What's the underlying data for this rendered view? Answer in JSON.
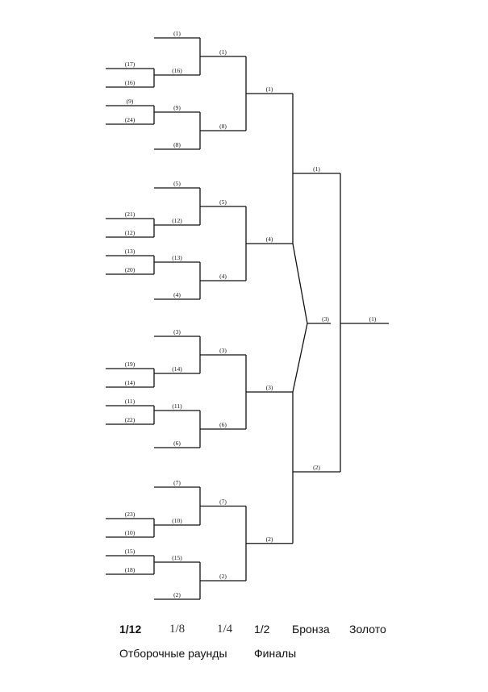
{
  "rounds": {
    "r12": "1/12",
    "r8": "1/8",
    "r4": "1/4",
    "r2": "1/2",
    "bronze": "Бронза",
    "gold": "Золото"
  },
  "sections": {
    "qualifying": "Отборочные раунды",
    "finals": "Финалы"
  },
  "bracket": {
    "qualifying_pairs": [
      [
        "(17)",
        "(16)"
      ],
      [
        "(9)",
        "(24)"
      ],
      [
        "(21)",
        "(12)"
      ],
      [
        "(13)",
        "(20)"
      ],
      [
        "(19)",
        "(14)"
      ],
      [
        "(11)",
        "(22)"
      ],
      [
        "(23)",
        "(10)"
      ],
      [
        "(15)",
        "(18)"
      ]
    ],
    "round_of_16": [
      "(1)",
      "(16)",
      "(9)",
      "(8)",
      "(5)",
      "(12)",
      "(13)",
      "(4)",
      "(3)",
      "(14)",
      "(11)",
      "(6)",
      "(7)",
      "(10)",
      "(15)",
      "(2)"
    ],
    "quarterfinals": [
      "(1)",
      "(8)",
      "(5)",
      "(4)",
      "(3)",
      "(6)",
      "(7)",
      "(2)"
    ],
    "semifinals": [
      "(1)",
      "(4)",
      "(3)",
      "(2)"
    ],
    "bronze_match": [
      "(4)",
      "(3)"
    ],
    "bronze_winner": "(3)",
    "final_match": [
      "(1)",
      "(2)"
    ],
    "champion": "(1)"
  }
}
